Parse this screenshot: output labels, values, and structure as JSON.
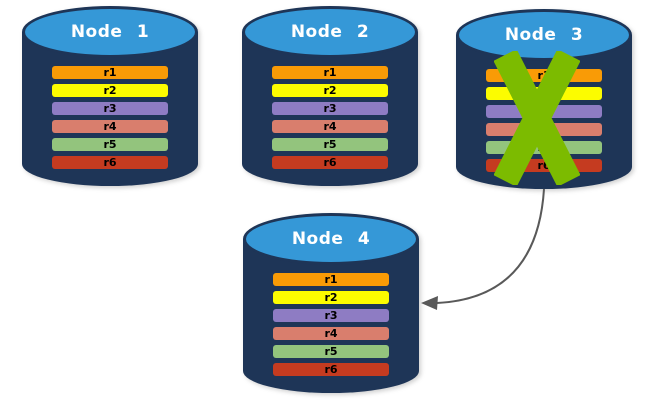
{
  "nodes": [
    {
      "title": "Node 1"
    },
    {
      "title": "Node 2"
    },
    {
      "title": "Node 3"
    },
    {
      "title": "Node 4"
    }
  ],
  "rows": [
    {
      "label": "r1",
      "color": "#F99B06"
    },
    {
      "label": "r2",
      "color": "#FCFC00"
    },
    {
      "label": "r3",
      "color": "#8E7CC3"
    },
    {
      "label": "r4",
      "color": "#D97E6D"
    },
    {
      "label": "r5",
      "color": "#93C47D"
    },
    {
      "label": "r6",
      "color": "#C53B20"
    }
  ],
  "colors": {
    "cylinder_body": "#1E3557",
    "cylinder_top": "#3598D7",
    "failure_x": "#7CBB00",
    "arrow": "#595959",
    "title_text": "#FFFFFF",
    "row_text": "#000000"
  }
}
